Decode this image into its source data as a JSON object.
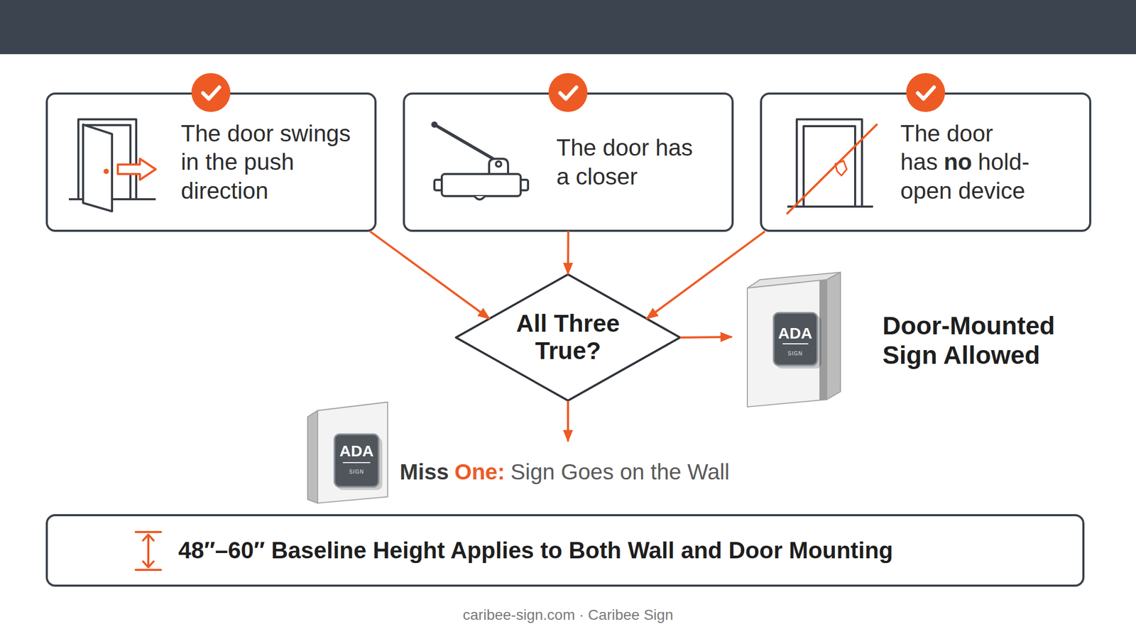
{
  "diagram": {
    "nodes": [
      {
        "text": [
          "The door swings in the push direction"
        ]
      },
      {
        "text": [
          "The door has a closer"
        ]
      },
      {
        "text": [
          "The door has",
          "no",
          "hold-open device"
        ]
      },
      {
        "text": [
          "All Three True?"
        ]
      },
      {
        "text": [
          "Door-Mounted Sign Allowed"
        ]
      },
      {
        "text": [
          "Miss",
          "One:",
          "Sign Goes on the Wall"
        ]
      },
      {
        "text": [
          "48″–60″ Baseline Height Applies to Both Wall and Door Mounting"
        ]
      }
    ],
    "edges": [
      {
        "from": 0,
        "to": 3,
        "arrow": "to"
      },
      {
        "from": 1,
        "to": 3,
        "arrow": "to"
      },
      {
        "from": 2,
        "to": 3,
        "arrow": "to"
      },
      {
        "from": 3,
        "to": 4,
        "arrow": "to"
      },
      {
        "from": 3,
        "to": 5,
        "arrow": "to"
      }
    ],
    "labels": [
      "ADA",
      "SIGN",
      "ADA",
      "SIGN",
      "caribee-sign.com · Caribee Sign"
    ]
  }
}
